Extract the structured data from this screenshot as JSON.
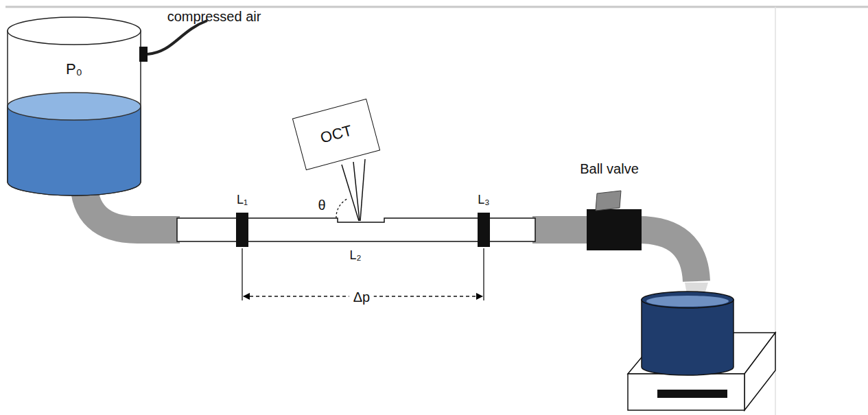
{
  "diagram": {
    "nodes": [
      {
        "text": [
          "P₀"
        ]
      },
      {
        "text": [
          "OCT"
        ]
      }
    ],
    "labels": [
      "compressed air",
      "θ",
      "L₁",
      "L₂",
      "L₃",
      "Δp",
      "Ball valve"
    ]
  }
}
